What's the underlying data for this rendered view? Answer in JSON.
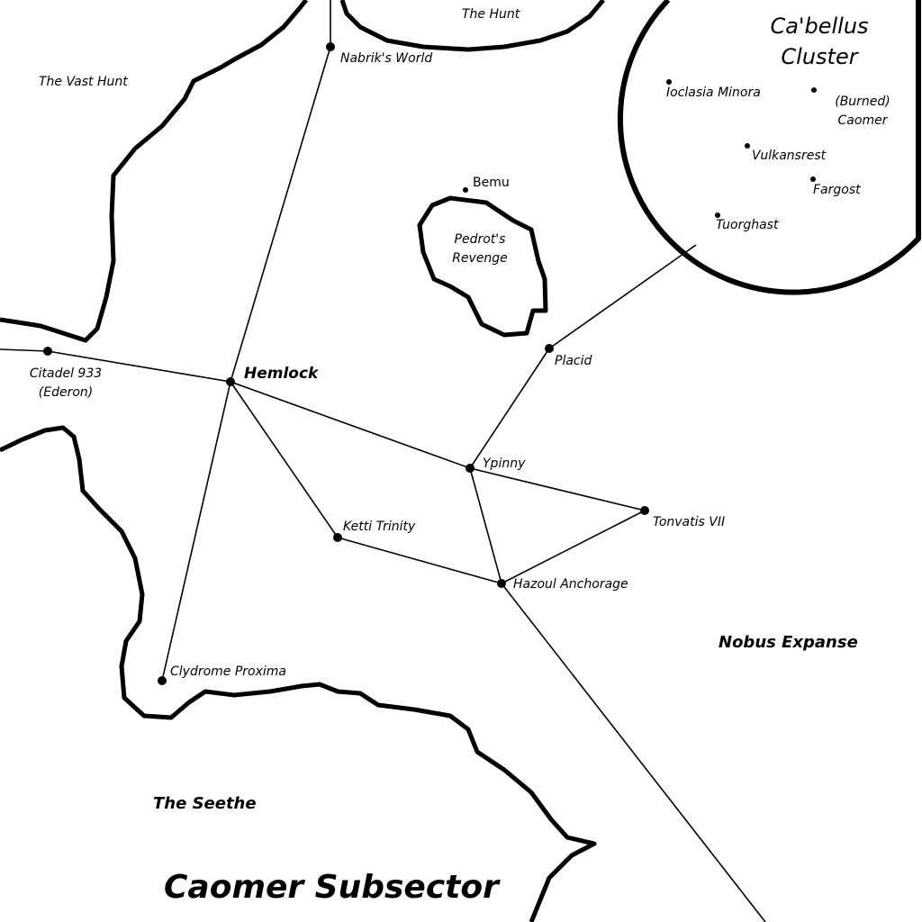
{
  "title": "Caomer Subsector",
  "regions": {
    "vast_hunt": "The Vast Hunt",
    "hunt": "The Hunt",
    "seethe": "The Seethe",
    "nobus": "Nobus Expanse",
    "pedrot_line1": "Pedrot's",
    "pedrot_line2": "Revenge"
  },
  "systems": {
    "nabrik": "Nabrik's World",
    "bemu": "Bemu",
    "hemlock": "Hemlock",
    "citadel_line1": "Citadel 933",
    "citadel_line2": "(Ederon)",
    "placid": "Placid",
    "ypinny": "Ypinny",
    "tonvatis": "Tonvatis VII",
    "ketti": "Ketti Trinity",
    "hazoul": "Hazoul Anchorage",
    "clydrome": "Clydrome Proxima"
  },
  "cluster": {
    "title_line1": "Ca'bellus",
    "title_line2": "Cluster",
    "ioclasia": "Ioclasia Minora",
    "burned_line1": "(Burned)",
    "burned_line2": "Caomer",
    "vulkansrest": "Vulkansrest",
    "fargost": "Fargost",
    "tuorghast": "Tuorghast"
  },
  "colors": {
    "ink": "#000000",
    "background": "#ffffff"
  }
}
